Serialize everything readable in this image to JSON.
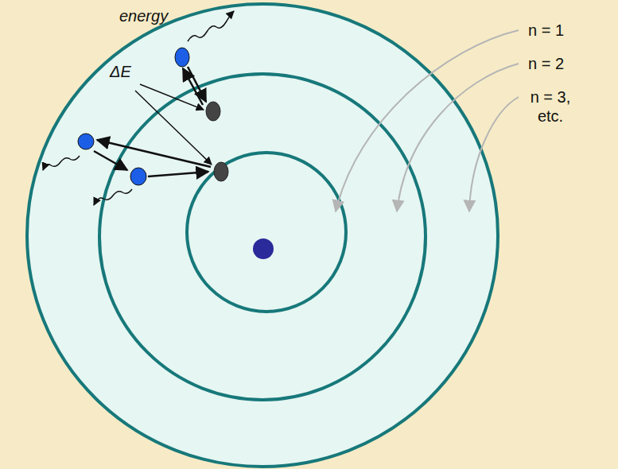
{
  "diagram": {
    "labels": [
      "energy",
      "ΔE",
      "n = 1",
      "n = 2",
      "n = 3, etc."
    ]
  }
}
